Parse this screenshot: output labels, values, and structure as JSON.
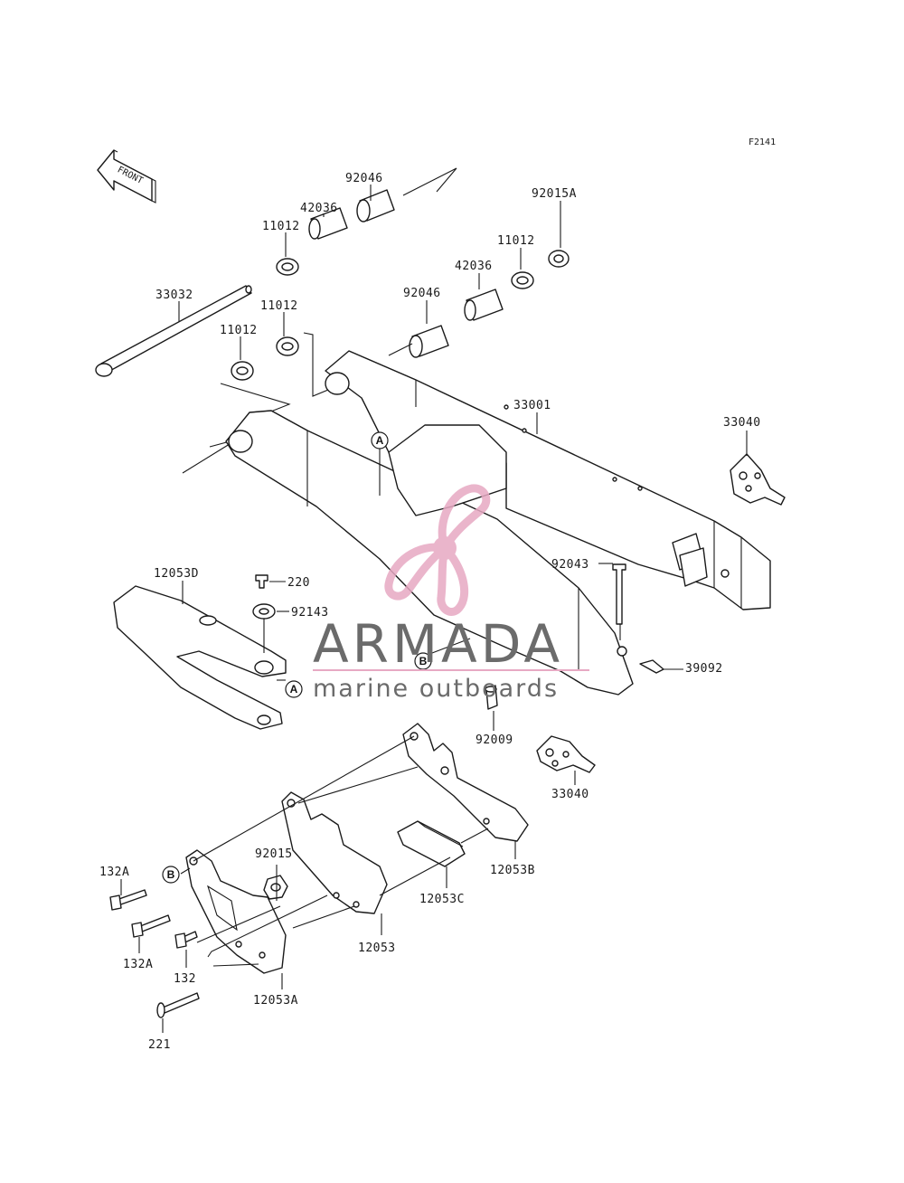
{
  "diagram": {
    "ref_code": "F2141",
    "front_label": "FRONT",
    "callouts": {
      "a_upper": "A",
      "a_lower": "A",
      "b_upper": "B",
      "b_lower": "B"
    },
    "labels": [
      "92046",
      "42036",
      "11012",
      "33032",
      "11012",
      "11012",
      "92015A",
      "11012",
      "42036",
      "92046",
      "33001",
      "33040",
      "12053D",
      "220",
      "92143",
      "92043",
      "39092",
      "92009",
      "33040",
      "132A",
      "92015",
      "132A",
      "132",
      "12053",
      "12053C",
      "12053B",
      "12053A",
      "221"
    ]
  },
  "watermark": {
    "name": "ARMADA",
    "tagline": "marine outboards",
    "colors": {
      "logo": "#e7a9c3",
      "text": "#6b6b6b",
      "rule": "#e7a9c3"
    }
  }
}
